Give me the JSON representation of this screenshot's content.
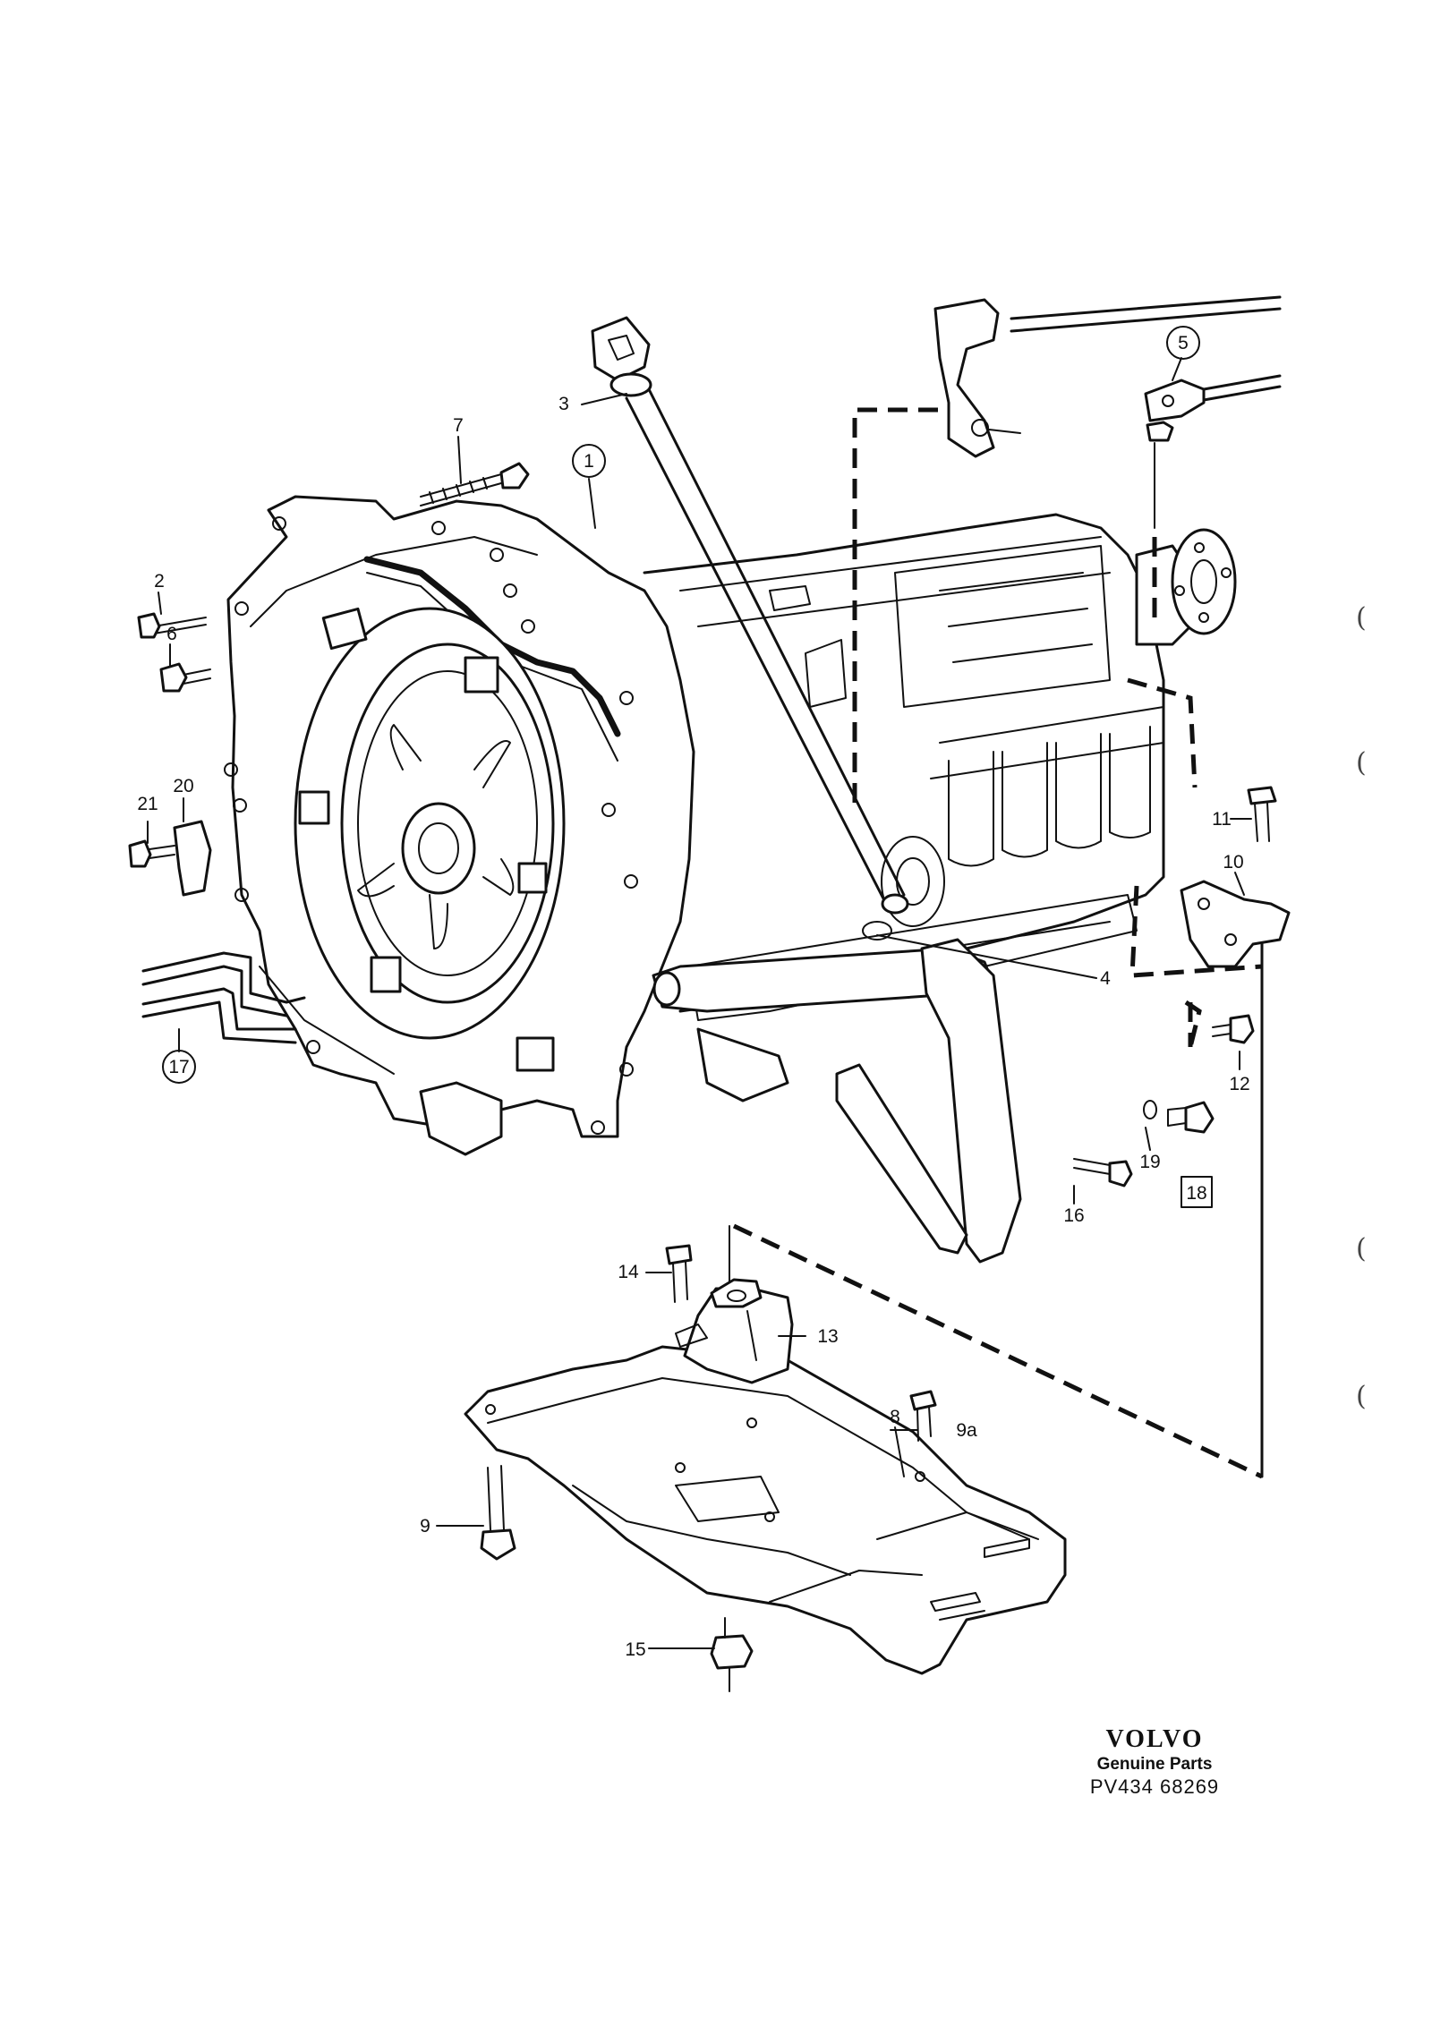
{
  "callouts": {
    "c1": "1",
    "c2": "2",
    "c3": "3",
    "c4": "4",
    "c5": "5",
    "c6": "6",
    "c7": "7",
    "c8": "8",
    "c9": "9",
    "c9a": "9a",
    "c10": "10",
    "c11": "11",
    "c12": "12",
    "c13": "13",
    "c14": "14",
    "c15": "15",
    "c16": "16",
    "c17": "17",
    "c18": "18",
    "c19": "19",
    "c20": "20",
    "c21": "21"
  },
  "brand": {
    "logo_text": "VOLVO",
    "subtitle": "Genuine Parts",
    "code": "PV434 68269"
  },
  "margin_marks": [
    "(",
    "(",
    "(",
    "("
  ]
}
